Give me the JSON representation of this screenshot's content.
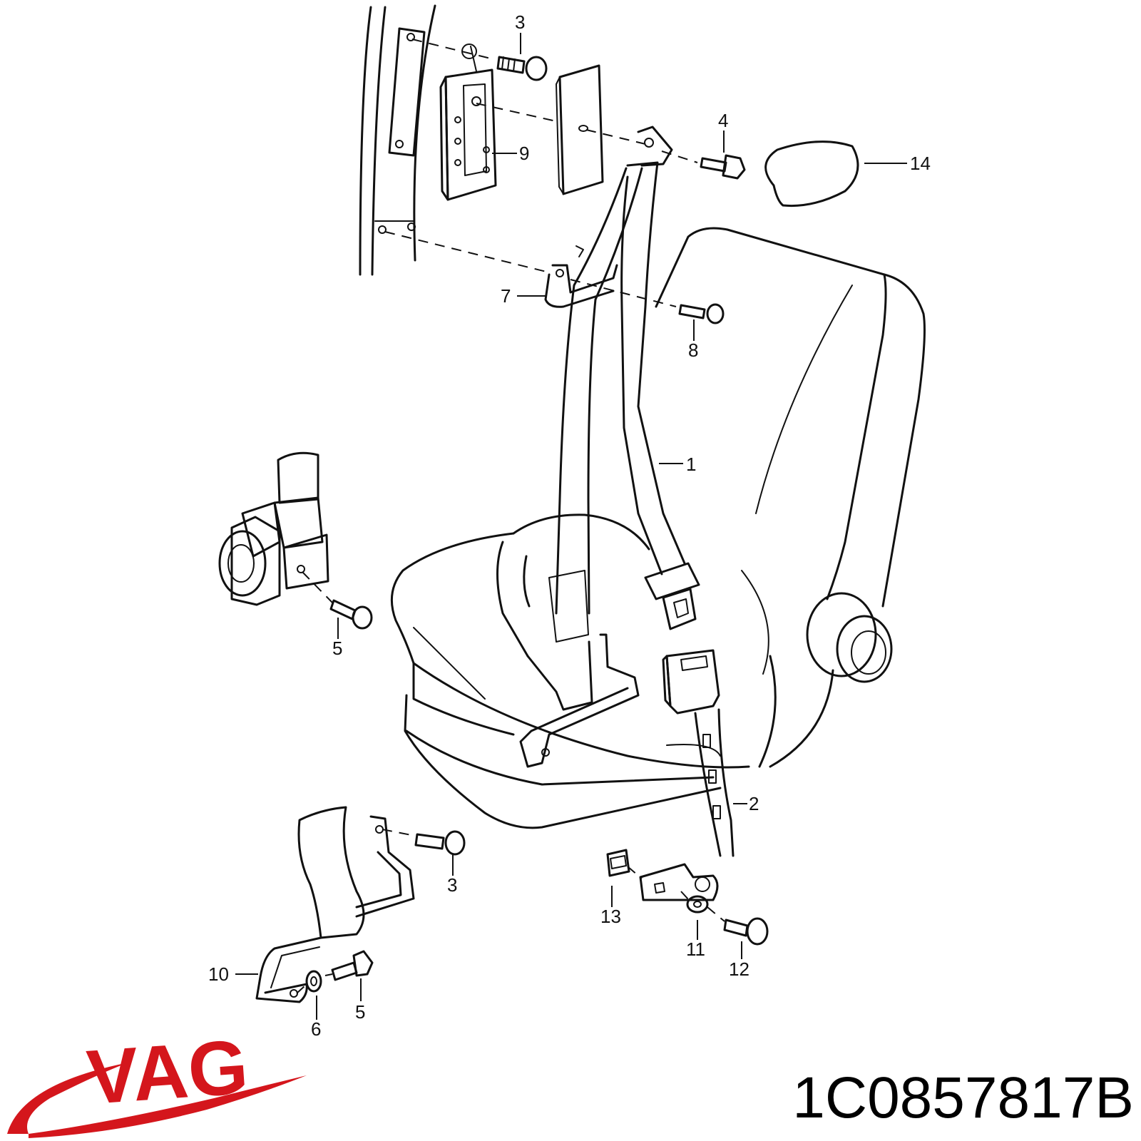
{
  "brand": {
    "logo_text": "VAG",
    "logo_color": "#d4161c"
  },
  "part_number": "1C0857817B",
  "callouts": {
    "c1": "1",
    "c2": "2",
    "c3_top": "3",
    "c3_bottom": "3",
    "c4": "4",
    "c5_left": "5",
    "c5_bottom": "5",
    "c6": "6",
    "c7": "7",
    "c8": "8",
    "c9": "9",
    "c10": "10",
    "c11": "11",
    "c12": "12",
    "c13": "13",
    "c14": "14"
  }
}
